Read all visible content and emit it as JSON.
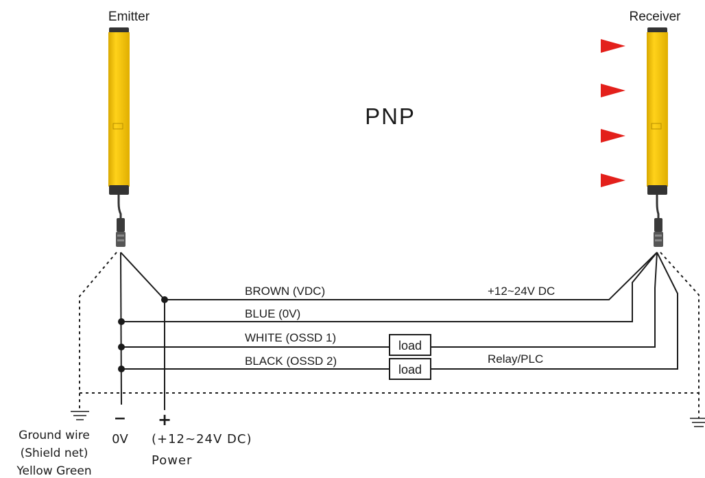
{
  "emitter": {
    "label": "Emitter"
  },
  "receiver": {
    "label": "Receiver"
  },
  "mode_label": "PNP",
  "colors": {
    "housing": "#f6c400",
    "housing_dark": "#c99b00",
    "end_cap": "#333333",
    "beam_start": "#fbe6dc",
    "beam_end": "#e3201b",
    "wire": "#1a1a1a"
  },
  "wires": [
    {
      "label": "BROWN (VDC)"
    },
    {
      "label": "BLUE (0V)"
    },
    {
      "label": "WHITE (OSSD 1)"
    },
    {
      "label": "BLACK (OSSD 2)"
    }
  ],
  "supply_label": "+12~24V DC",
  "relay_label": "Relay/PLC",
  "loads": [
    "load",
    "load"
  ],
  "terminals": {
    "negative_symbol": "−",
    "negative_label": "0V",
    "positive_symbol": "+",
    "positive_label": "(+12~24V DC)",
    "power_label": "Power"
  },
  "ground": {
    "lines": [
      "Ground wire",
      "(Shield net)",
      "Yellow Green"
    ]
  }
}
